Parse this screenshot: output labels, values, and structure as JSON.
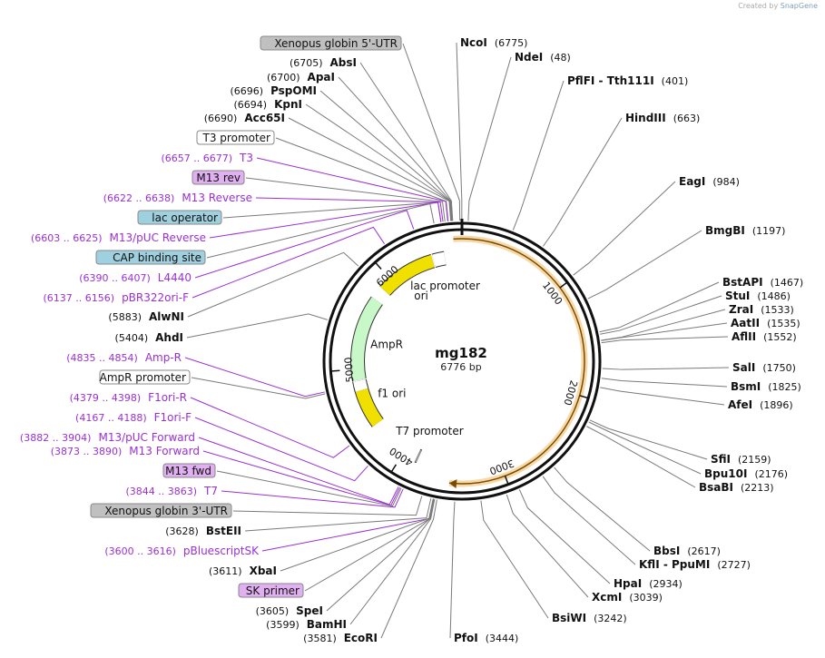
{
  "credit": {
    "prefix": "Created by",
    "brand": "SnapGene"
  },
  "plasmid": {
    "name": "mg182",
    "length_label": "6776 bp",
    "length": 6776
  },
  "colors": {
    "backbone": "#111111",
    "site_line": "#7a7a7a",
    "primer": "#9b30d6",
    "feature_gray": "#c0c0c0",
    "feature_purple": "#e0b0f0",
    "feature_blue": "#9fd0df",
    "ori_yellow": "#f0e000",
    "ampr_green": "#c8f7c8",
    "orf_orange": "#f0a020"
  },
  "ticks": [
    {
      "pos": 1000,
      "label": "1000"
    },
    {
      "pos": 2000,
      "label": "2000"
    },
    {
      "pos": 3000,
      "label": "3000"
    },
    {
      "pos": 4000,
      "label": "4000"
    },
    {
      "pos": 5000,
      "label": "5000"
    },
    {
      "pos": 6000,
      "label": "6000"
    }
  ],
  "inner_features": [
    {
      "name": "ori",
      "label": "ori",
      "start": 5880,
      "end": 6470,
      "dir": -1,
      "color": "#f0e000"
    },
    {
      "name": "ampr",
      "label": "AmpR",
      "start": 4890,
      "end": 5750,
      "dir": -1,
      "color": "#c8f7c8"
    },
    {
      "name": "f1-ori",
      "label": "f1 ori",
      "start": 4400,
      "end": 4830,
      "dir": -1,
      "color": "#f0e000"
    },
    {
      "name": "ampr-promoter",
      "label": "",
      "start": 4780,
      "end": 4880,
      "dir": -1,
      "color": "#ffffff"
    },
    {
      "name": "lac-promoter",
      "label": "lac promoter",
      "start": 6480,
      "end": 6600,
      "dir": 1,
      "color": "#ffffff"
    },
    {
      "name": "t7-promoter",
      "label": "T7 promoter",
      "start": 3844,
      "end": 3863,
      "dir": 1,
      "color": "#999999"
    }
  ],
  "orf": {
    "start": 6700,
    "end": 3500,
    "label": ""
  },
  "right_labels": [
    {
      "name": "NcoI",
      "pos": "(6775)",
      "bp": 6775
    },
    {
      "name": "NdeI",
      "pos": "(48)",
      "bp": 48
    },
    {
      "name": "PflFI - Tth111I",
      "pos": "(401)",
      "bp": 401
    },
    {
      "name": "HindIII",
      "pos": "(663)",
      "bp": 663
    },
    {
      "name": "EagI",
      "pos": "(984)",
      "bp": 984
    },
    {
      "name": "BmgBI",
      "pos": "(1197)",
      "bp": 1197
    },
    {
      "name": "BstAPI",
      "pos": "(1467)",
      "bp": 1467
    },
    {
      "name": "StuI",
      "pos": "(1486)",
      "bp": 1486
    },
    {
      "name": "ZraI",
      "pos": "(1533)",
      "bp": 1533
    },
    {
      "name": "AatII",
      "pos": "(1535)",
      "bp": 1535
    },
    {
      "name": "AflII",
      "pos": "(1552)",
      "bp": 1552
    },
    {
      "name": "SalI",
      "pos": "(1750)",
      "bp": 1750
    },
    {
      "name": "BsmI",
      "pos": "(1825)",
      "bp": 1825
    },
    {
      "name": "AfeI",
      "pos": "(1896)",
      "bp": 1896
    },
    {
      "name": "SfiI",
      "pos": "(2159)",
      "bp": 2159
    },
    {
      "name": "Bpu10I",
      "pos": "(2176)",
      "bp": 2176
    },
    {
      "name": "BsaBI",
      "pos": "(2213)",
      "bp": 2213
    },
    {
      "name": "BbsI",
      "pos": "(2617)",
      "bp": 2617
    },
    {
      "name": "KflI - PpuMI",
      "pos": "(2727)",
      "bp": 2727
    },
    {
      "name": "HpaI",
      "pos": "(2934)",
      "bp": 2934
    },
    {
      "name": "XcmI",
      "pos": "(3039)",
      "bp": 3039
    },
    {
      "name": "BsiWI",
      "pos": "(3242)",
      "bp": 3242
    },
    {
      "name": "PfoI",
      "pos": "(3444)",
      "bp": 3444
    }
  ],
  "left_labels": [
    {
      "kind": "feature",
      "text": "Xenopus globin 5'-UTR",
      "style": "gray",
      "bp": 6760
    },
    {
      "kind": "site",
      "name": "AbsI",
      "pos": "(6705)",
      "bp": 6705
    },
    {
      "kind": "site",
      "name": "ApaI",
      "pos": "(6700)",
      "bp": 6700
    },
    {
      "kind": "site",
      "name": "PspOMI",
      "pos": "(6696)",
      "bp": 6696
    },
    {
      "kind": "site",
      "name": "KpnI",
      "pos": "(6694)",
      "bp": 6694
    },
    {
      "kind": "site",
      "name": "Acc65I",
      "pos": "(6690)",
      "bp": 6690
    },
    {
      "kind": "feature",
      "text": "T3 promoter",
      "style": "white",
      "bp": 6670
    },
    {
      "kind": "primer",
      "name": "T3",
      "pos": "(6657 .. 6677)",
      "bp": 6667
    },
    {
      "kind": "feature",
      "text": "M13 rev",
      "style": "purple",
      "bp": 6645
    },
    {
      "kind": "primer",
      "name": "M13 Reverse",
      "pos": "(6622 .. 6638)",
      "bp": 6630
    },
    {
      "kind": "feature",
      "text": "lac operator",
      "style": "blue",
      "bp": 6615
    },
    {
      "kind": "primer",
      "name": "M13/pUC Reverse",
      "pos": "(6603 .. 6625)",
      "bp": 6614
    },
    {
      "kind": "feature",
      "text": "CAP binding site",
      "style": "blue",
      "bp": 6560
    },
    {
      "kind": "primer",
      "name": "L4440",
      "pos": "(6390 .. 6407)",
      "bp": 6398
    },
    {
      "kind": "primer",
      "name": "pBR322ori-F",
      "pos": "(6137 .. 6156)",
      "bp": 6146
    },
    {
      "kind": "site",
      "name": "AlwNI",
      "pos": "(5883)",
      "bp": 5883
    },
    {
      "kind": "site",
      "name": "AhdI",
      "pos": "(5404)",
      "bp": 5404
    },
    {
      "kind": "primer",
      "name": "Amp-R",
      "pos": "(4835 .. 4854)",
      "bp": 4844
    },
    {
      "kind": "feature",
      "text": "AmpR promoter",
      "style": "white",
      "bp": 4830
    },
    {
      "kind": "primer",
      "name": "F1ori-R",
      "pos": "(4379 .. 4398)",
      "bp": 4388
    },
    {
      "kind": "primer",
      "name": "F1ori-F",
      "pos": "(4167 .. 4188)",
      "bp": 4177
    },
    {
      "kind": "primer",
      "name": "M13/pUC Forward",
      "pos": "(3882 .. 3904)",
      "bp": 3893
    },
    {
      "kind": "primer",
      "name": "M13 Forward",
      "pos": "(3873 .. 3890)",
      "bp": 3881
    },
    {
      "kind": "feature",
      "text": "M13 fwd",
      "style": "purple",
      "bp": 3870
    },
    {
      "kind": "primer",
      "name": "T7",
      "pos": "(3844 .. 3863)",
      "bp": 3853
    },
    {
      "kind": "feature",
      "text": "Xenopus globin 3'-UTR",
      "style": "gray",
      "bp": 3700
    },
    {
      "kind": "site",
      "name": "BstEII",
      "pos": "(3628)",
      "bp": 3628
    },
    {
      "kind": "primer",
      "name": "pBluescriptSK",
      "pos": "(3600 .. 3616)",
      "bp": 3608
    },
    {
      "kind": "site",
      "name": "XbaI",
      "pos": "(3611)",
      "bp": 3611
    },
    {
      "kind": "feature",
      "text": "SK primer",
      "style": "purple",
      "bp": 3605
    },
    {
      "kind": "site",
      "name": "SpeI",
      "pos": "(3605)",
      "bp": 3605
    },
    {
      "kind": "site",
      "name": "BamHI",
      "pos": "(3599)",
      "bp": 3599
    },
    {
      "kind": "site",
      "name": "EcoRI",
      "pos": "(3581)",
      "bp": 3581
    }
  ]
}
